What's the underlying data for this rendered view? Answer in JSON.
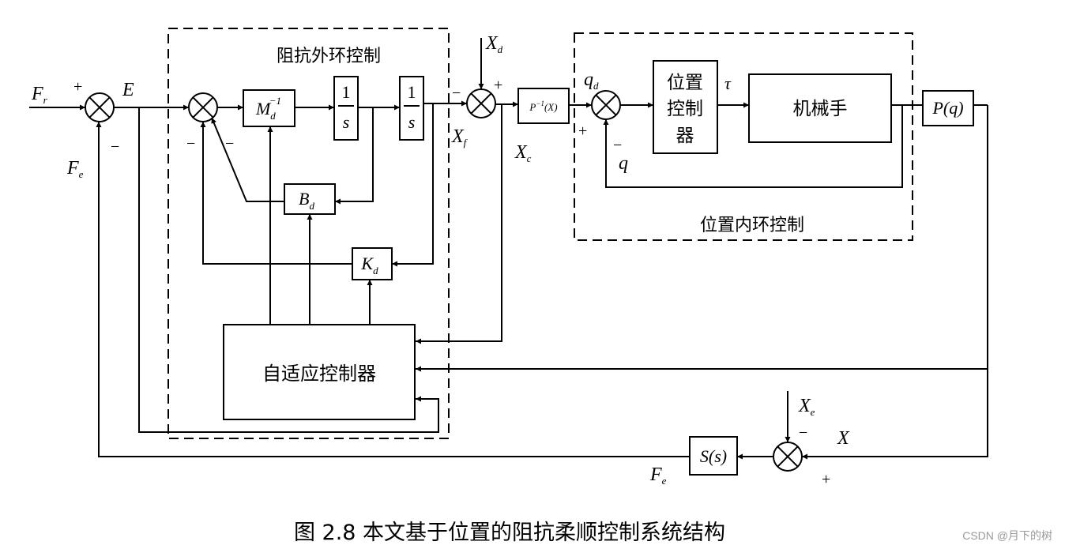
{
  "outer_loop_label": "阻抗外环控制",
  "inner_loop_label": "位置内环控制",
  "caption": "图 2.8  本文基于位置的阻抗柔顺控制系统结构",
  "watermark": "CSDN @月下的树",
  "blocks": {
    "Md": {
      "main": "M",
      "sup": "−1",
      "sub": "d"
    },
    "int1": {
      "num": "1",
      "den": "s"
    },
    "int2": {
      "num": "1",
      "den": "s"
    },
    "Bd": {
      "main": "B",
      "sub": "d"
    },
    "Kd": {
      "main": "K",
      "sub": "d"
    },
    "adaptive": "自适应控制器",
    "Pinv": {
      "main": "P",
      "sup": "−1",
      "arg": "(X)"
    },
    "position_controller": [
      "位置",
      "控制",
      "器"
    ],
    "manipulator": "机械手",
    "Pq": {
      "main": "P",
      "arg": "(q)"
    },
    "Ss": {
      "main": "S",
      "arg": "(s)"
    }
  },
  "signals": {
    "Fr": {
      "main": "F",
      "sub": "r"
    },
    "E": "E",
    "Fe_left": {
      "main": "F",
      "sub": "e"
    },
    "Fe_bottom": {
      "main": "F",
      "sub": "e"
    },
    "Xd": {
      "main": "X",
      "sub": "d"
    },
    "Xf": {
      "main": "X",
      "sub": "f"
    },
    "Xc": {
      "main": "X",
      "sub": "c"
    },
    "qd": {
      "main": "q",
      "sub": "d"
    },
    "q": "q",
    "tau": "τ",
    "Xe": {
      "main": "X",
      "sub": "e"
    },
    "X": "X"
  },
  "signs": {
    "plus": "+",
    "minus": "−"
  }
}
